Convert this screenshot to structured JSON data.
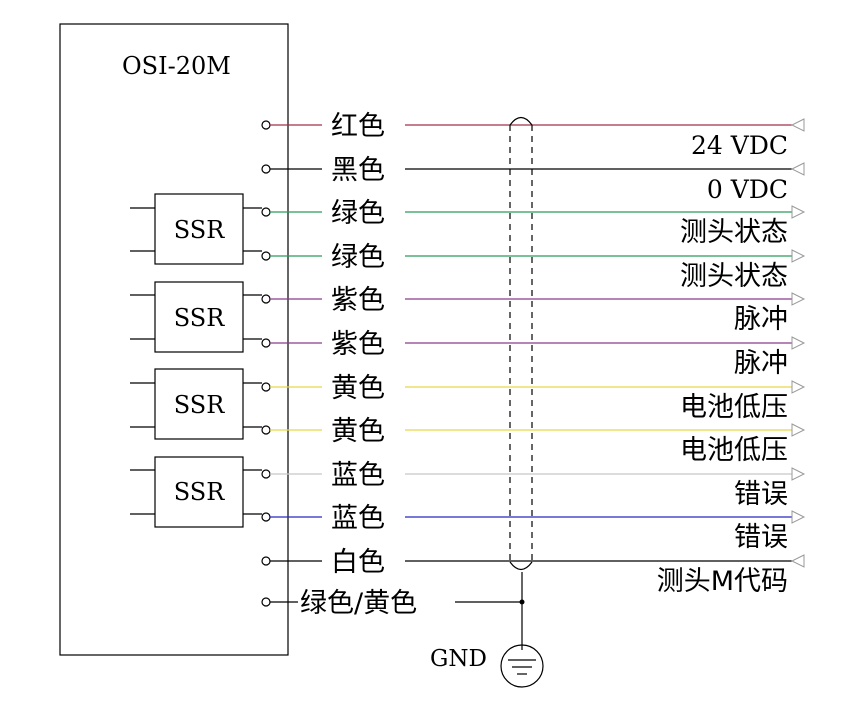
{
  "device": {
    "name": "OSI-20M"
  },
  "ssr_label": "SSR",
  "gnd_label": "GND",
  "colors": {
    "red": "#a0304a",
    "black": "#000000",
    "green": "#2a9a5a",
    "purple": "#8a3a8a",
    "yellow": "#e8d84a",
    "gray": "#c8c8c8",
    "blue": "#2828c0",
    "outline": "#000000"
  },
  "wires": [
    {
      "label": "红色",
      "signal": "24 VDC",
      "color": "#a0304a",
      "arrow": "in"
    },
    {
      "label": "黑色",
      "signal": "0 VDC",
      "color": "#000000",
      "arrow": "in"
    },
    {
      "label": "绿色",
      "signal": "测头状态",
      "color": "#2a9a5a",
      "arrow": "out"
    },
    {
      "label": "绿色",
      "signal": "测头状态",
      "color": "#2a9a5a",
      "arrow": "out"
    },
    {
      "label": "紫色",
      "signal": "脉冲",
      "color": "#8a3a8a",
      "arrow": "out"
    },
    {
      "label": "紫色",
      "signal": "脉冲",
      "color": "#8a3a8a",
      "arrow": "out"
    },
    {
      "label": "黄色",
      "signal": "电池低压",
      "color": "#e8d84a",
      "arrow": "out"
    },
    {
      "label": "黄色",
      "signal": "电池低压",
      "color": "#e8d84a",
      "arrow": "out"
    },
    {
      "label": "蓝色",
      "signal": "错误",
      "color": "#c8c8c8",
      "arrow": "out"
    },
    {
      "label": "蓝色",
      "signal": "错误",
      "color": "#2828c0",
      "arrow": "out"
    },
    {
      "label": "白色",
      "signal": "测头M代码",
      "color": "#000000",
      "arrow": "in"
    }
  ],
  "ground_wire": {
    "label": "绿色/黄色"
  }
}
